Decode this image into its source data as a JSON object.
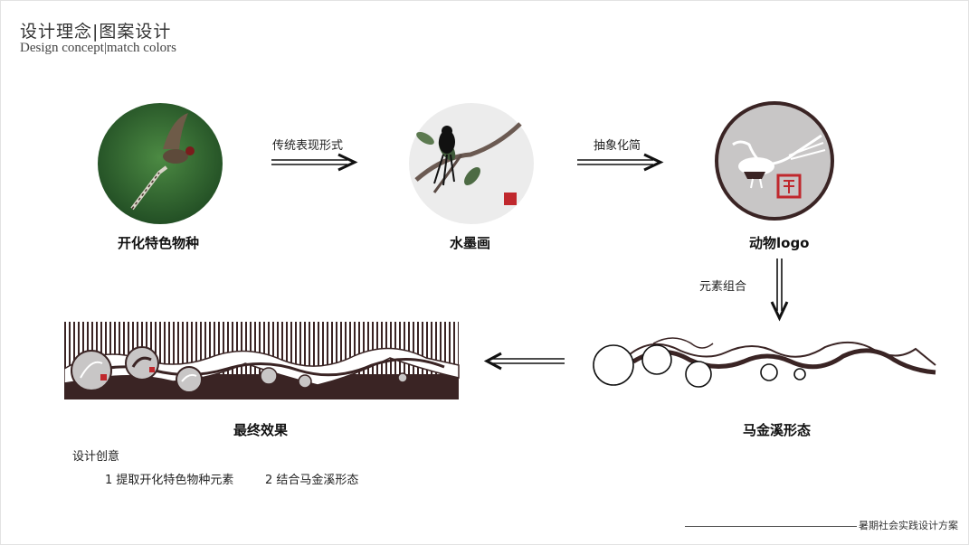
{
  "header": {
    "title_cn": "设计理念|图案设计",
    "title_en": "Design concept|match colors"
  },
  "steps": {
    "photo_label": "开化特色物种",
    "ink_label": "水墨画",
    "logo_label": "动物logo",
    "wave_label": "马金溪形态",
    "final_label": "最终效果"
  },
  "arrows": {
    "a1": "传统表现形式",
    "a2": "抽象化简",
    "a3": "元素组合"
  },
  "notes": {
    "heading": "设计创意",
    "item1": "1  提取开化特色物种元素",
    "item2": "2 结合马金溪形态"
  },
  "footer": {
    "text": "暑期社会实践设计方案"
  },
  "colors": {
    "ink": "#3a2424",
    "forest": "#2f6a2f",
    "gray_disc": "#c8c6c6",
    "seal": "#c0282d"
  }
}
